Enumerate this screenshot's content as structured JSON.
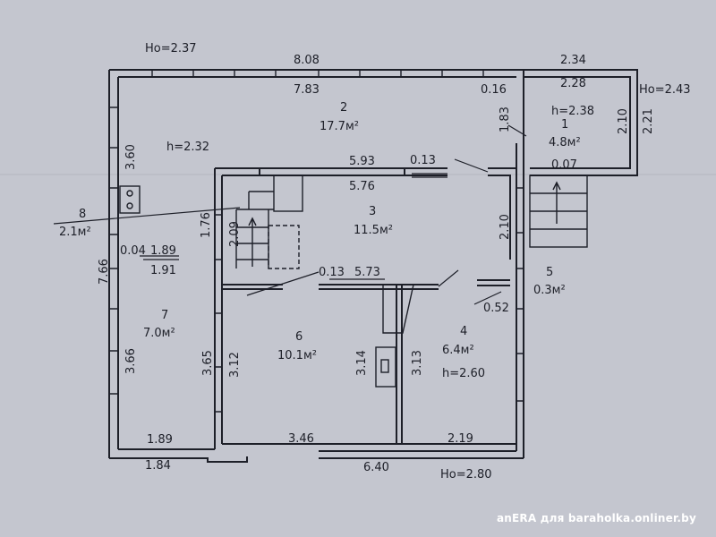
{
  "plan": {
    "outer_marks": {
      "ho_top_left": "Ho=2.37",
      "ho_right": "Ho=2.43",
      "ho_bottom": "Ho=2.80"
    },
    "rooms": [
      {
        "no": "1",
        "area": "4.8м²",
        "height": "h=2.38"
      },
      {
        "no": "2",
        "area": "17.7м²"
      },
      {
        "no": "3",
        "area": "11.5м²"
      },
      {
        "no": "4",
        "area": "6.4м²",
        "height": "h=2.60"
      },
      {
        "no": "5",
        "area": "0.3м²"
      },
      {
        "no": "6",
        "area": "10.1м²"
      },
      {
        "no": "7",
        "area": "7.0м²"
      },
      {
        "no": "8",
        "area": "2.1м²"
      }
    ],
    "left_zone_height": "h=2.32",
    "dimensions": {
      "top_outer": "8.08",
      "top_inner": "7.83",
      "porch_outer": "2.34",
      "porch_inner": "2.28",
      "porch_side_outer": "2.21",
      "porch_side_inner": "2.10",
      "wall_016": "0.16",
      "dim_183": "1.83",
      "dim_360": "3.60",
      "inner_top_593": "5.93",
      "inner_top_576": "5.76",
      "dim_013_top": "0.13",
      "dim_007": "0.07",
      "dim_176": "1.76",
      "dim_209": "2.09",
      "dim_210": "2.10",
      "dim_004": "0.04",
      "dim_189_mid": "1.89",
      "dim_191": "1.91",
      "dim_766": "7.66",
      "dim_013_mid": "0.13",
      "dim_573": "5.73",
      "dim_052": "0.52",
      "dim_366": "3.66",
      "dim_365": "3.65",
      "dim_312": "3.12",
      "dim_314": "3.14",
      "dim_313": "3.13",
      "bottom_189": "1.89",
      "bottom_346": "3.46",
      "bottom_219": "2.19",
      "bottom_184": "1.84",
      "bottom_640": "6.40"
    }
  },
  "watermark": "anERA для baraholka.onliner.by",
  "colors": {
    "background": "#c4c6cf",
    "ink": "#1d1f28"
  }
}
